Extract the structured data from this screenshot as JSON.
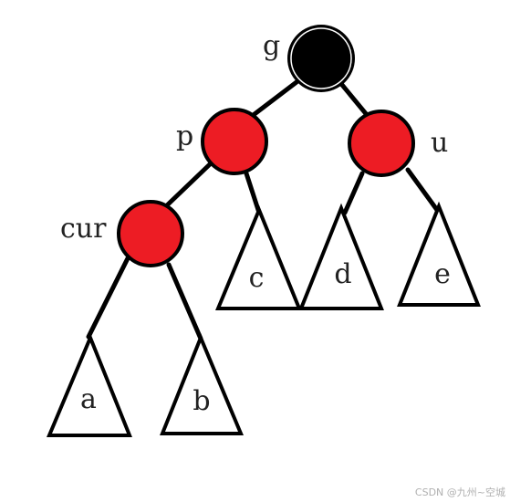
{
  "diagram": {
    "nodes": {
      "g": {
        "label": "g",
        "color": "black"
      },
      "p": {
        "label": "p",
        "color": "red"
      },
      "u": {
        "label": "u",
        "color": "red"
      },
      "cur": {
        "label": "cur",
        "color": "red"
      }
    },
    "subtrees": {
      "a": {
        "label": "a"
      },
      "b": {
        "label": "b"
      },
      "c": {
        "label": "c"
      },
      "d": {
        "label": "d"
      },
      "e": {
        "label": "e"
      }
    },
    "edges": [
      [
        "g",
        "p"
      ],
      [
        "g",
        "u"
      ],
      [
        "p",
        "cur"
      ],
      [
        "p",
        "c"
      ],
      [
        "u",
        "d"
      ],
      [
        "u",
        "e"
      ],
      [
        "cur",
        "a"
      ],
      [
        "cur",
        "b"
      ]
    ],
    "colors": {
      "red": "#ed1c24",
      "black": "#000000",
      "stroke": "#000000"
    }
  },
  "watermark": "CSDN @九州~空城"
}
